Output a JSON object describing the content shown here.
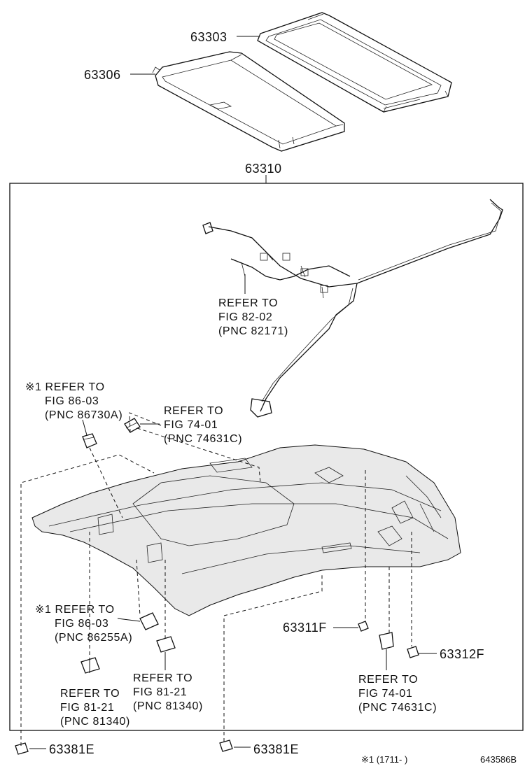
{
  "parts": {
    "p63303": "63303",
    "p63306": "63306",
    "p63310": "63310",
    "p63311F": "63311F",
    "p63312F": "63312F",
    "p63381E_left": "63381E",
    "p63381E_center": "63381E"
  },
  "references": {
    "wire": [
      "REFER TO",
      "FIG 82-02",
      "(PNC 82171)"
    ],
    "lamp_top_left": [
      "※1 REFER TO",
      "FIG 86-03",
      "(PNC 86730A)"
    ],
    "visor_top": [
      "REFER TO",
      "FIG 74-01",
      "(PNC 74631C)"
    ],
    "lamp_mid_left": [
      "※1 REFER TO",
      "FIG 86-03",
      "(PNC 86255A)"
    ],
    "room_lamp_center": [
      "REFER TO",
      "FIG 81-21",
      "(PNC 81340)"
    ],
    "room_lamp_left": [
      "REFER TO",
      "FIG 81-21",
      "(PNC 81340)"
    ],
    "visor_right": [
      "REFER TO",
      "FIG 74-01",
      "(PNC 74631C)"
    ]
  },
  "footer": {
    "note": "※1 (1711-      )",
    "code": "643586B"
  }
}
